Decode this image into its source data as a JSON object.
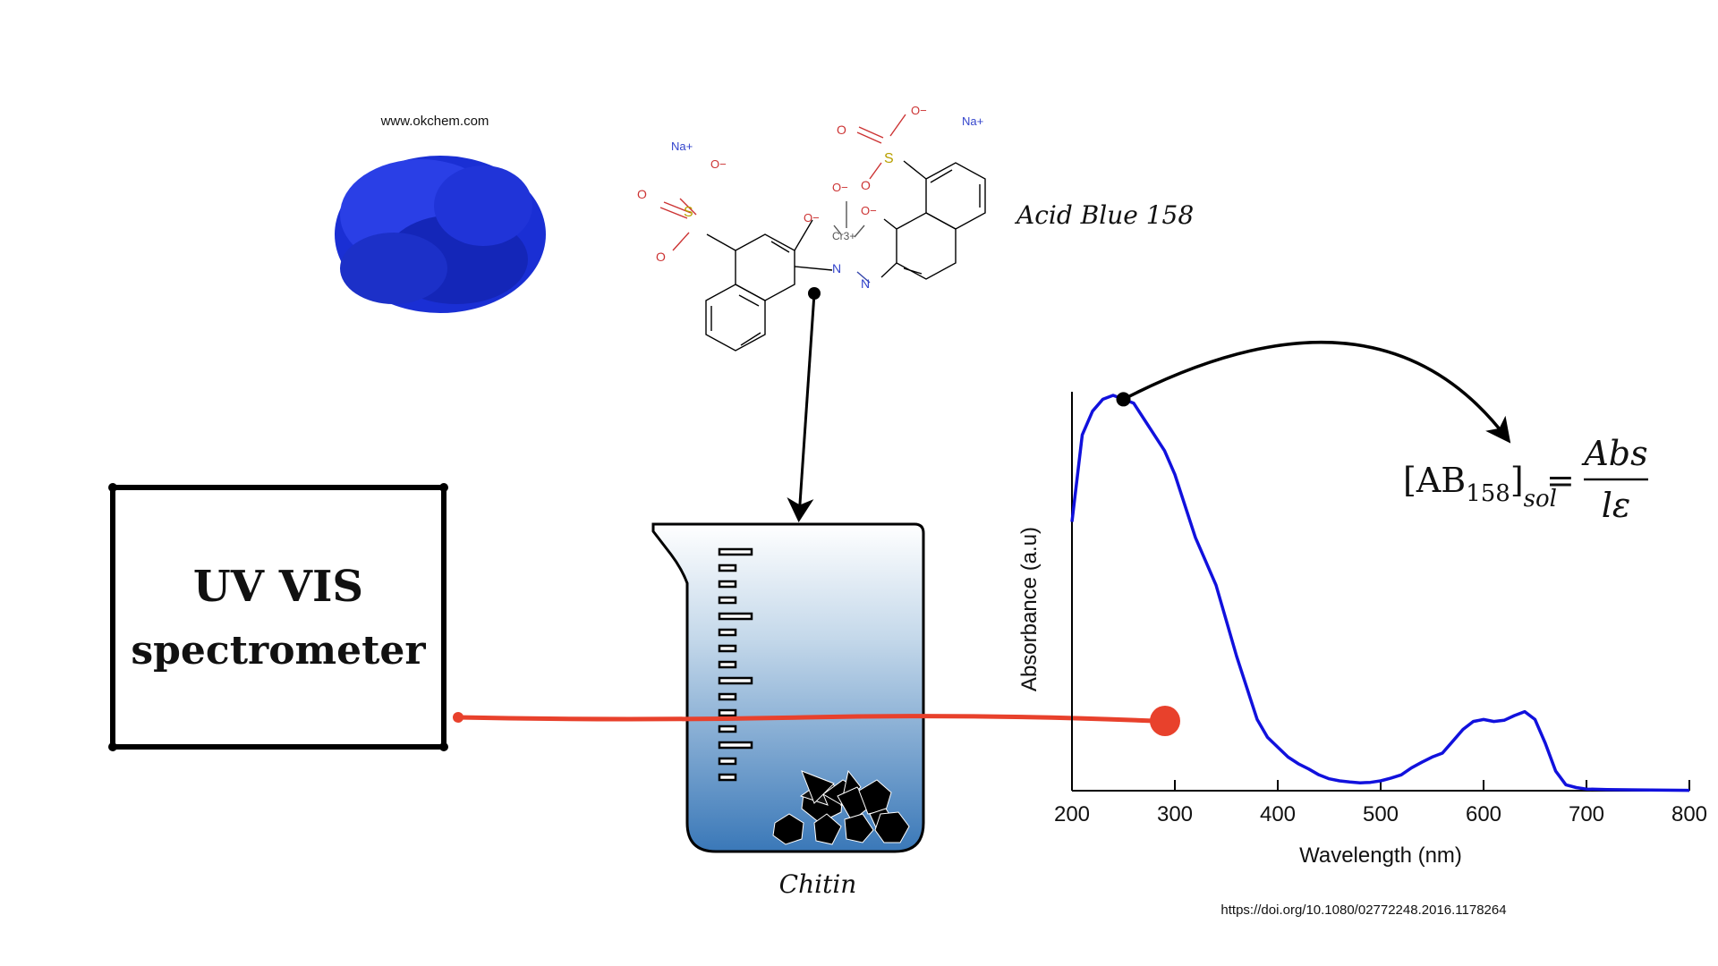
{
  "powder": {
    "source_label": "www.okchem.com",
    "color": "#1a2fd4"
  },
  "molecule": {
    "name": "Acid Blue 158",
    "atoms": {
      "na_left": "Na+",
      "na_right": "Na+",
      "cr": "Cr3+",
      "s_left": "S",
      "s_right": "S",
      "o_minus": "O−",
      "o": "O",
      "n": "N"
    }
  },
  "instrument": {
    "line1": "UV VIS",
    "line2": "spectrometer"
  },
  "beaker": {
    "label": "Chitin"
  },
  "equation": {
    "lhs_main": "[AB",
    "lhs_sub": "158",
    "lhs_close": "]",
    "lhs_subscript": "sol",
    "equals": "=",
    "numerator": "Abs",
    "denominator": "lε"
  },
  "chart_data": {
    "type": "line",
    "xlabel": "Wavelength (nm)",
    "ylabel": "Absorbance (a.u)",
    "xlim": [
      200,
      800
    ],
    "xticks": [
      200,
      300,
      400,
      500,
      600,
      700,
      800
    ],
    "ylim": [
      0,
      1
    ],
    "grid": false,
    "series": [
      {
        "color": "#1111dd",
        "x": [
          200,
          210,
          220,
          230,
          240,
          250,
          260,
          270,
          280,
          290,
          300,
          310,
          320,
          330,
          340,
          350,
          360,
          370,
          380,
          390,
          400,
          410,
          420,
          430,
          440,
          450,
          460,
          470,
          480,
          490,
          500,
          510,
          520,
          530,
          540,
          550,
          560,
          570,
          580,
          590,
          600,
          610,
          620,
          630,
          640,
          650,
          660,
          670,
          680,
          690,
          700,
          720,
          750,
          800
        ],
        "y": [
          0.68,
          0.9,
          0.96,
          0.99,
          1.0,
          0.99,
          0.98,
          0.94,
          0.9,
          0.86,
          0.8,
          0.72,
          0.64,
          0.58,
          0.52,
          0.43,
          0.34,
          0.26,
          0.18,
          0.135,
          0.11,
          0.085,
          0.068,
          0.055,
          0.04,
          0.03,
          0.025,
          0.022,
          0.02,
          0.021,
          0.025,
          0.032,
          0.04,
          0.058,
          0.072,
          0.085,
          0.095,
          0.125,
          0.155,
          0.175,
          0.18,
          0.175,
          0.178,
          0.19,
          0.2,
          0.18,
          0.12,
          0.05,
          0.015,
          0.008,
          0.004,
          0.003,
          0.002,
          0.001
        ]
      }
    ],
    "highlight_point": {
      "x": 250,
      "y": 0.99
    }
  },
  "footer": {
    "doi": "https://doi.org/10.1080/02772248.2016.1178264"
  }
}
